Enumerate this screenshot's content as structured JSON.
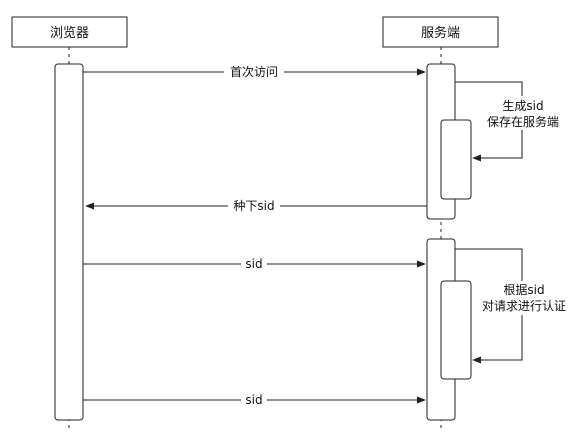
{
  "actors": {
    "browser": "浏览器",
    "server": "服务端"
  },
  "messages": {
    "first_visit": "首次访问",
    "plant_sid": "种下sid",
    "send_sid_1": "sid",
    "send_sid_2": "sid"
  },
  "notes": {
    "generate_line1": "生成sid",
    "generate_line2": "保存在服务端",
    "auth_line1": "根据sid",
    "auth_line2": "对请求进行认证"
  },
  "colors": {
    "line": "#222222",
    "box_fill": "#ffffff",
    "label_bg": "#ffffff"
  }
}
